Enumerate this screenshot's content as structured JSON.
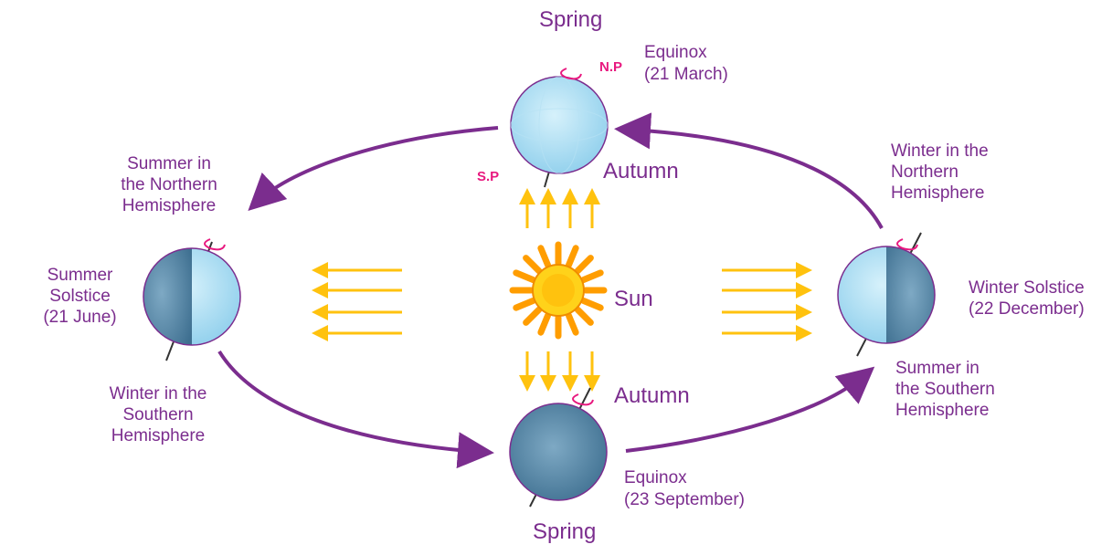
{
  "diagram": {
    "top": {
      "season_above": "Spring",
      "season_below": "Autumn",
      "date_line1": "Equinox",
      "date_line2": "(21 March)",
      "north_pole": "N.P",
      "south_pole": "S.P"
    },
    "bottom": {
      "season_above": "Autumn",
      "season_below": "Spring",
      "date_line1": "Equinox",
      "date_line2": "(23 September)"
    },
    "left": {
      "title_line1": "Summer",
      "title_line2": "Solstice",
      "title_line3": "(21 June)",
      "north_note": [
        "Summer in",
        "the Northern",
        "Hemisphere"
      ],
      "south_note": [
        "Winter in the",
        "Southern",
        "Hemisphere"
      ]
    },
    "right": {
      "title_line1": "Winter Solstice",
      "title_line2": "(22 December)",
      "north_note": [
        "Winter in the",
        "Northern",
        "Hemisphere"
      ],
      "south_note": [
        "Summer in",
        "the Southern",
        "Hemisphere"
      ]
    },
    "sun_label": "Sun",
    "colors": {
      "orbit": "#7b2d8e",
      "text": "#7b2d8e",
      "pole_text": "#e8197f",
      "rays": "#ffc20e",
      "sun": "#ff9d00",
      "earth_lit": "#a9ddf3",
      "earth_dark": "#5b8fae"
    }
  }
}
